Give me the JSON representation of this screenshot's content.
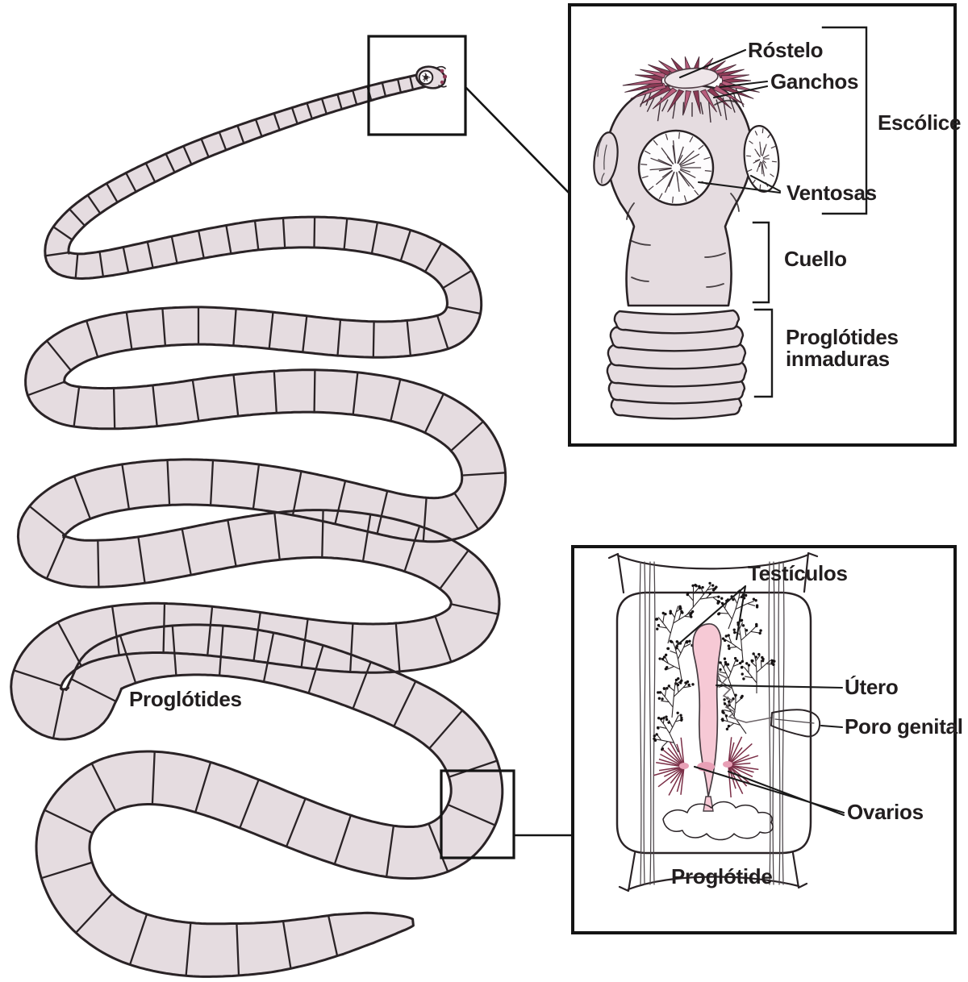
{
  "main_figure": {
    "worm_label": "Proglótides"
  },
  "scolex_inset": {
    "rostellum_label": "Róstelo",
    "hooks_label": "Ganchos",
    "scolex_label": "Escólice",
    "suckers_label": "Ventosas",
    "neck_label": "Cuello",
    "immature_proglottids_line1": "Proglótides",
    "immature_proglottids_line2": "inmaduras"
  },
  "proglottid_inset": {
    "testes_label": "Testículos",
    "uterus_label": "Útero",
    "genital_pore_label": "Poro genital",
    "ovaries_label": "Ovarios",
    "caption": "Proglótide"
  },
  "colors": {
    "background": "#ffffff",
    "body_fill": "#e5dce0",
    "outline_ink": "#2a2326",
    "box_border": "#141414",
    "hook_maroon": "#8c3a55",
    "hook_pink": "#b85d7c",
    "uterus_pink": "#f6c9d5",
    "ovary_maroon": "#7b2f47",
    "ovary_center_pink": "#e8a0b6",
    "text_ink": "#221e1f"
  }
}
